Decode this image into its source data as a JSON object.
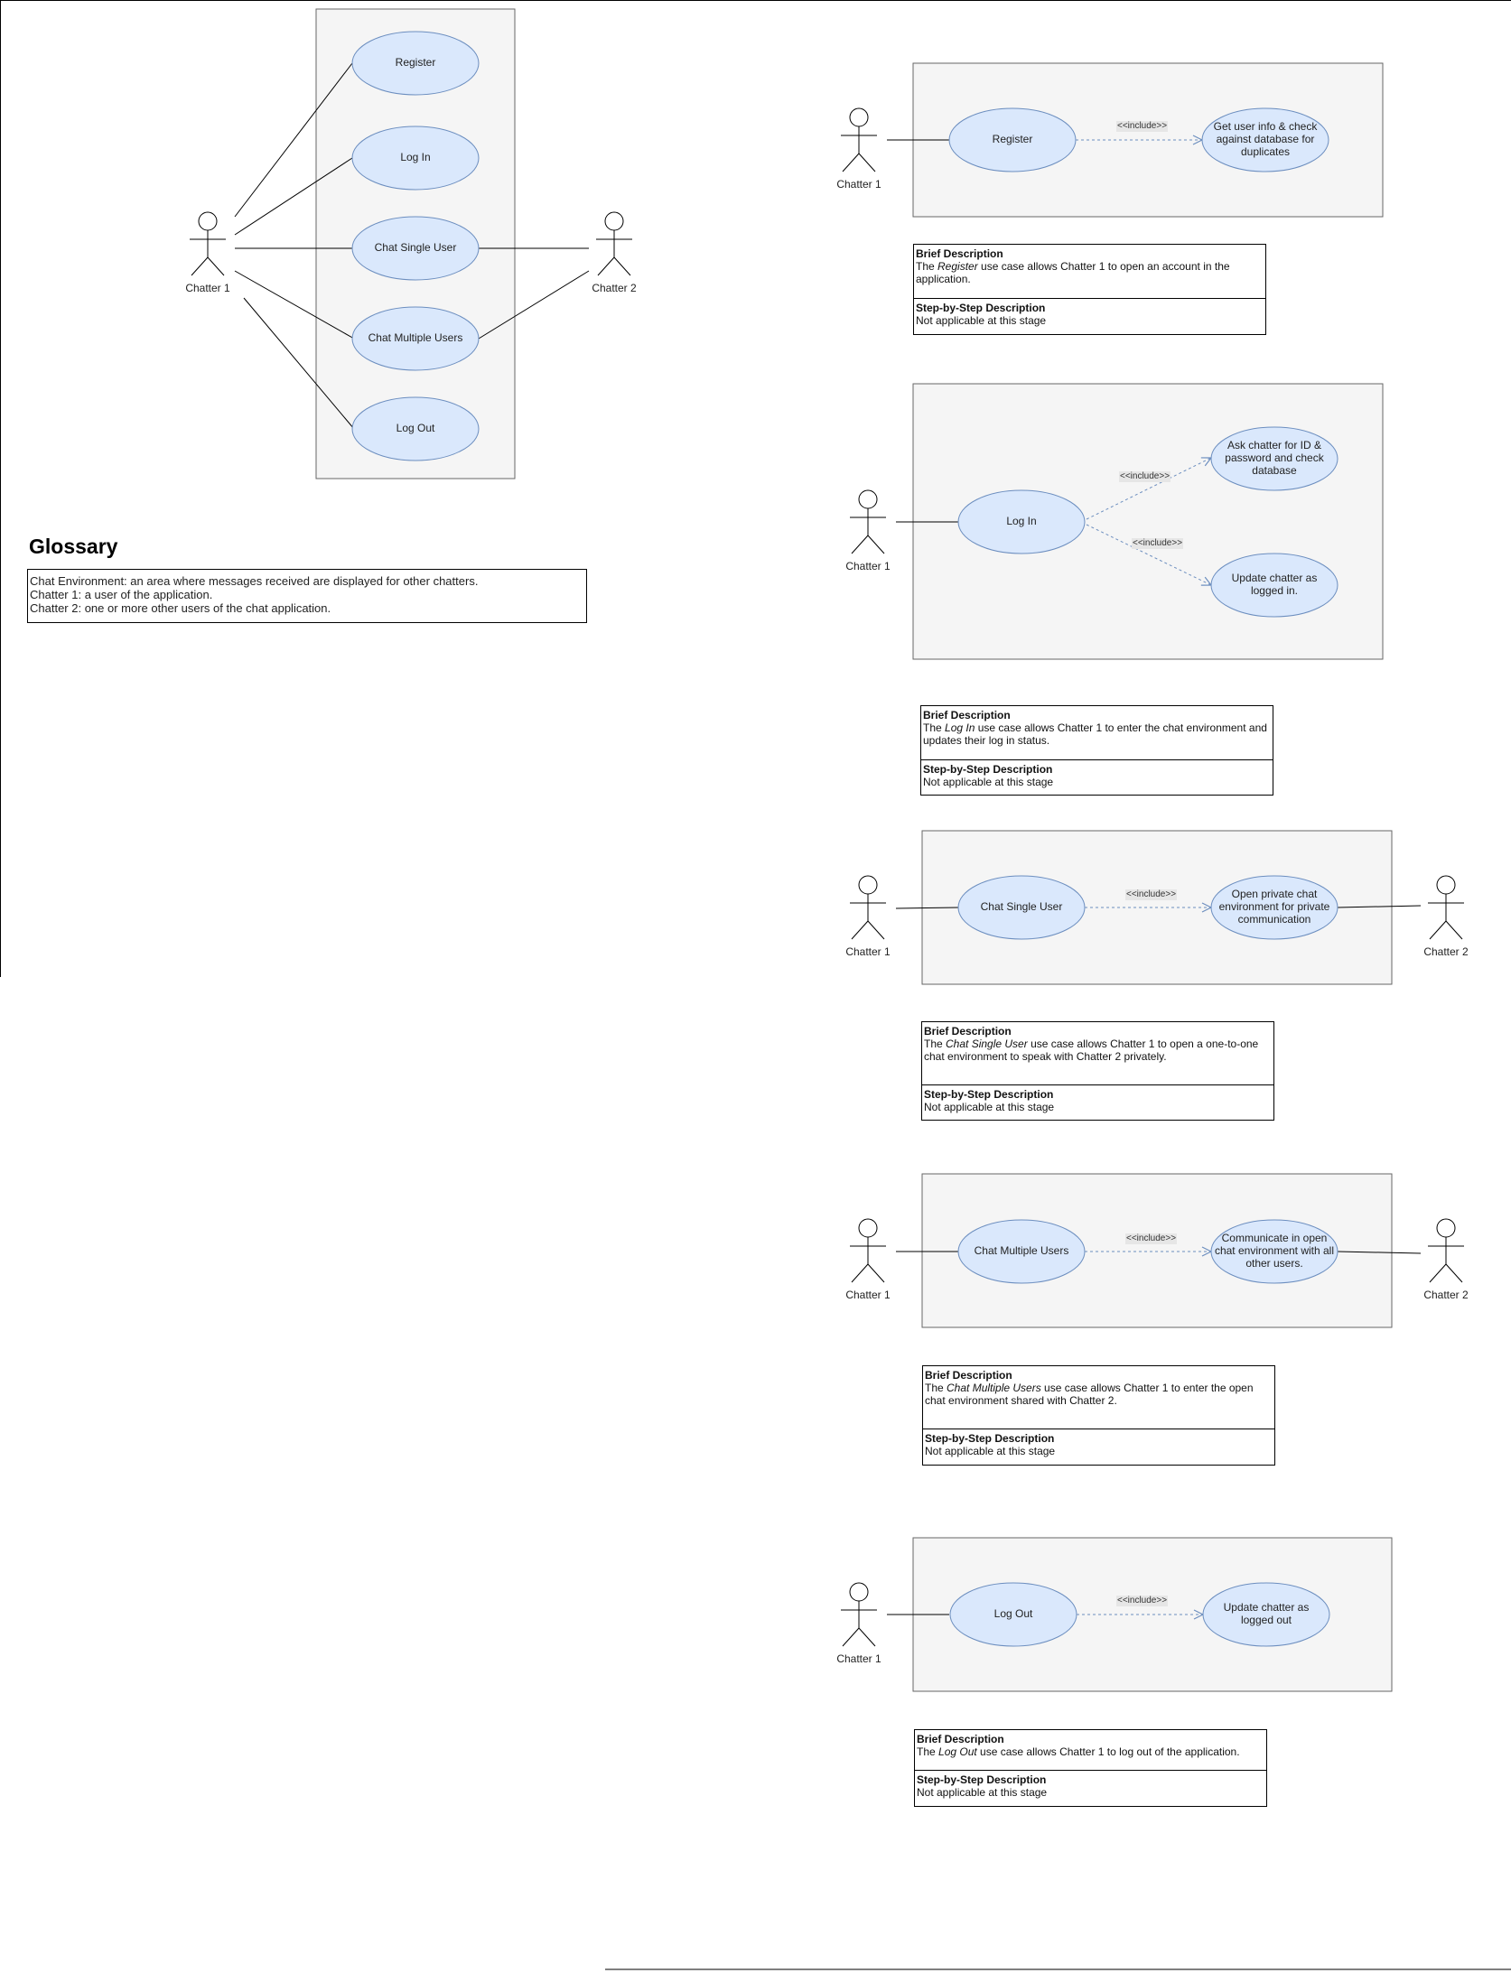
{
  "overview": {
    "use_cases": [
      "Register",
      "Log In",
      "Chat Single User",
      "Chat Multiple Users",
      "Log Out"
    ],
    "actor_left": "Chatter 1",
    "actor_right": "Chatter 2"
  },
  "glossary": {
    "title": "Glossary",
    "lines": [
      "Chat Environment: an area where messages received are displayed for other chatters.",
      "Chatter 1: a user of the application.",
      "Chatter 2: one or more other users of the chat application."
    ]
  },
  "include_label": "<<include>>",
  "details": [
    {
      "use_case": "Register",
      "actor": "Chatter 1",
      "included": [
        "Get user info & check against database for duplicates"
      ],
      "brief_title": "Brief Description",
      "brief_pre": "The ",
      "brief_italic": "Register",
      "brief_post": " use case  allows Chatter 1 to open an account in the application.",
      "step_title": "Step-by-Step Description",
      "step_text": "Not applicable at this stage"
    },
    {
      "use_case": "Log In",
      "actor": "Chatter 1",
      "included": [
        "Ask chatter for ID & password and check database",
        "Update chatter as logged in."
      ],
      "brief_title": "Brief Description",
      "brief_pre": "The ",
      "brief_italic": "Log In",
      "brief_post": " use case allows Chatter 1 to enter the chat environment and updates their log in status.",
      "step_title": "Step-by-Step Description",
      "step_text": "Not applicable at this stage"
    },
    {
      "use_case": "Chat Single User",
      "actor": "Chatter 1",
      "actor2": "Chatter 2",
      "included": [
        "Open private chat environment for private communication"
      ],
      "brief_title": "Brief Description",
      "brief_pre": "The ",
      "brief_italic": "Chat Single User",
      "brief_post": " use case  allows Chatter 1 to open a one-to-one chat environment to speak with Chatter 2 privately.",
      "step_title": "Step-by-Step Description",
      "step_text": "Not applicable at this stage"
    },
    {
      "use_case": "Chat Multiple Users",
      "actor": "Chatter 1",
      "actor2": "Chatter 2",
      "included": [
        "Communicate in open chat environment with all other users."
      ],
      "brief_title": "Brief Description",
      "brief_pre": "The ",
      "brief_italic": "Chat Multiple Users",
      "brief_post": " use case  allows Chatter 1 to enter the open chat environment shared with Chatter 2.",
      "step_title": "Step-by-Step Description",
      "step_text": "Not applicable at this stage"
    },
    {
      "use_case": "Log Out",
      "actor": "Chatter 1",
      "included": [
        "Update chatter as logged out"
      ],
      "brief_title": "Brief Description",
      "brief_pre": "The ",
      "brief_italic": "Log Out",
      "brief_post": " use case  allows Chatter 1 to log out of the application.",
      "step_title": "Step-by-Step Description",
      "step_text": "Not applicable at this stage"
    }
  ]
}
